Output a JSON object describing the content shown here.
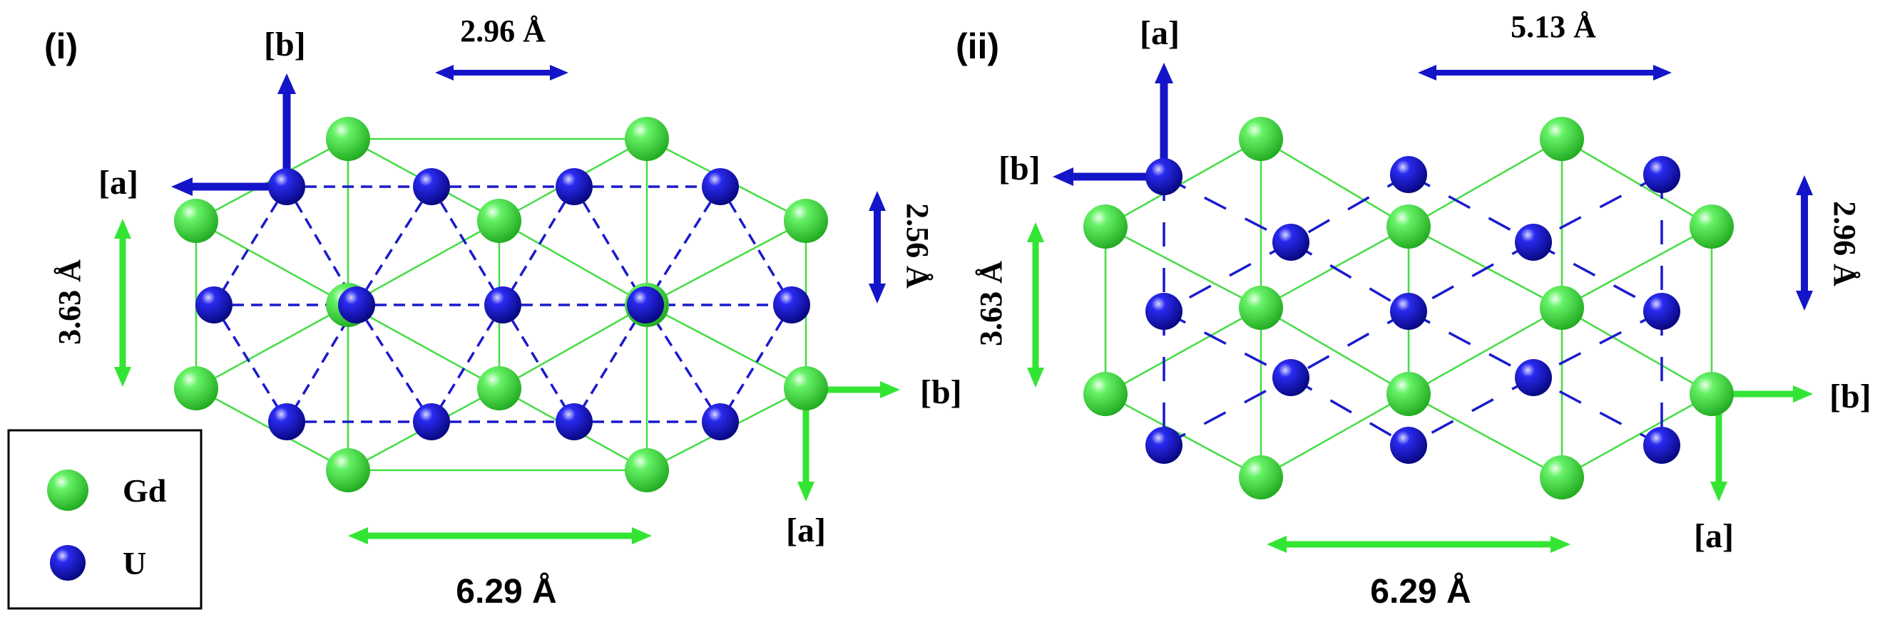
{
  "panels": [
    {
      "id": "i",
      "label": "(i)",
      "axis_labels": {
        "b_top": "[b]",
        "a_left": "[a]",
        "b_right": "[b]",
        "a_bottom": "[a]"
      },
      "dimensions": {
        "top": "2.96 Å",
        "right": "2.56 Å",
        "left": "3.63 Å",
        "bottom": "6.29 Å"
      }
    },
    {
      "id": "ii",
      "label": "(ii)",
      "axis_labels": {
        "a_top": "[a]",
        "b_left": "[b]",
        "b_right": "[b]",
        "a_bottom": "[a]"
      },
      "dimensions": {
        "top": "5.13 Å",
        "right": "2.96 Å",
        "left": "3.63 Å",
        "bottom": "6.29 Å"
      }
    }
  ],
  "legend": {
    "items": [
      {
        "label": "Gd",
        "color": "#33e533"
      },
      {
        "label": "U",
        "color": "#1010d8"
      }
    ]
  },
  "colors": {
    "gd": "#33e533",
    "u": "#1010d8",
    "gd_bond": "#44dd44",
    "u_dash": "#1a1acc",
    "arrow_blue": "#1414c8",
    "arrow_green": "#33e533"
  }
}
